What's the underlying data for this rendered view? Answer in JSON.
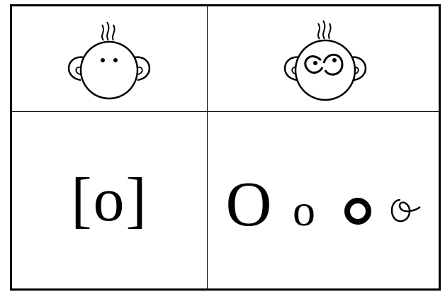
{
  "phoneme_label": "[o]",
  "letter_forms": [
    "O",
    "o",
    "o",
    "o"
  ],
  "faces": {
    "left": "neutral-face-icon",
    "right": "round-mouth-face-icon"
  },
  "colors": {
    "ink": "#000000",
    "background": "#ffffff"
  }
}
